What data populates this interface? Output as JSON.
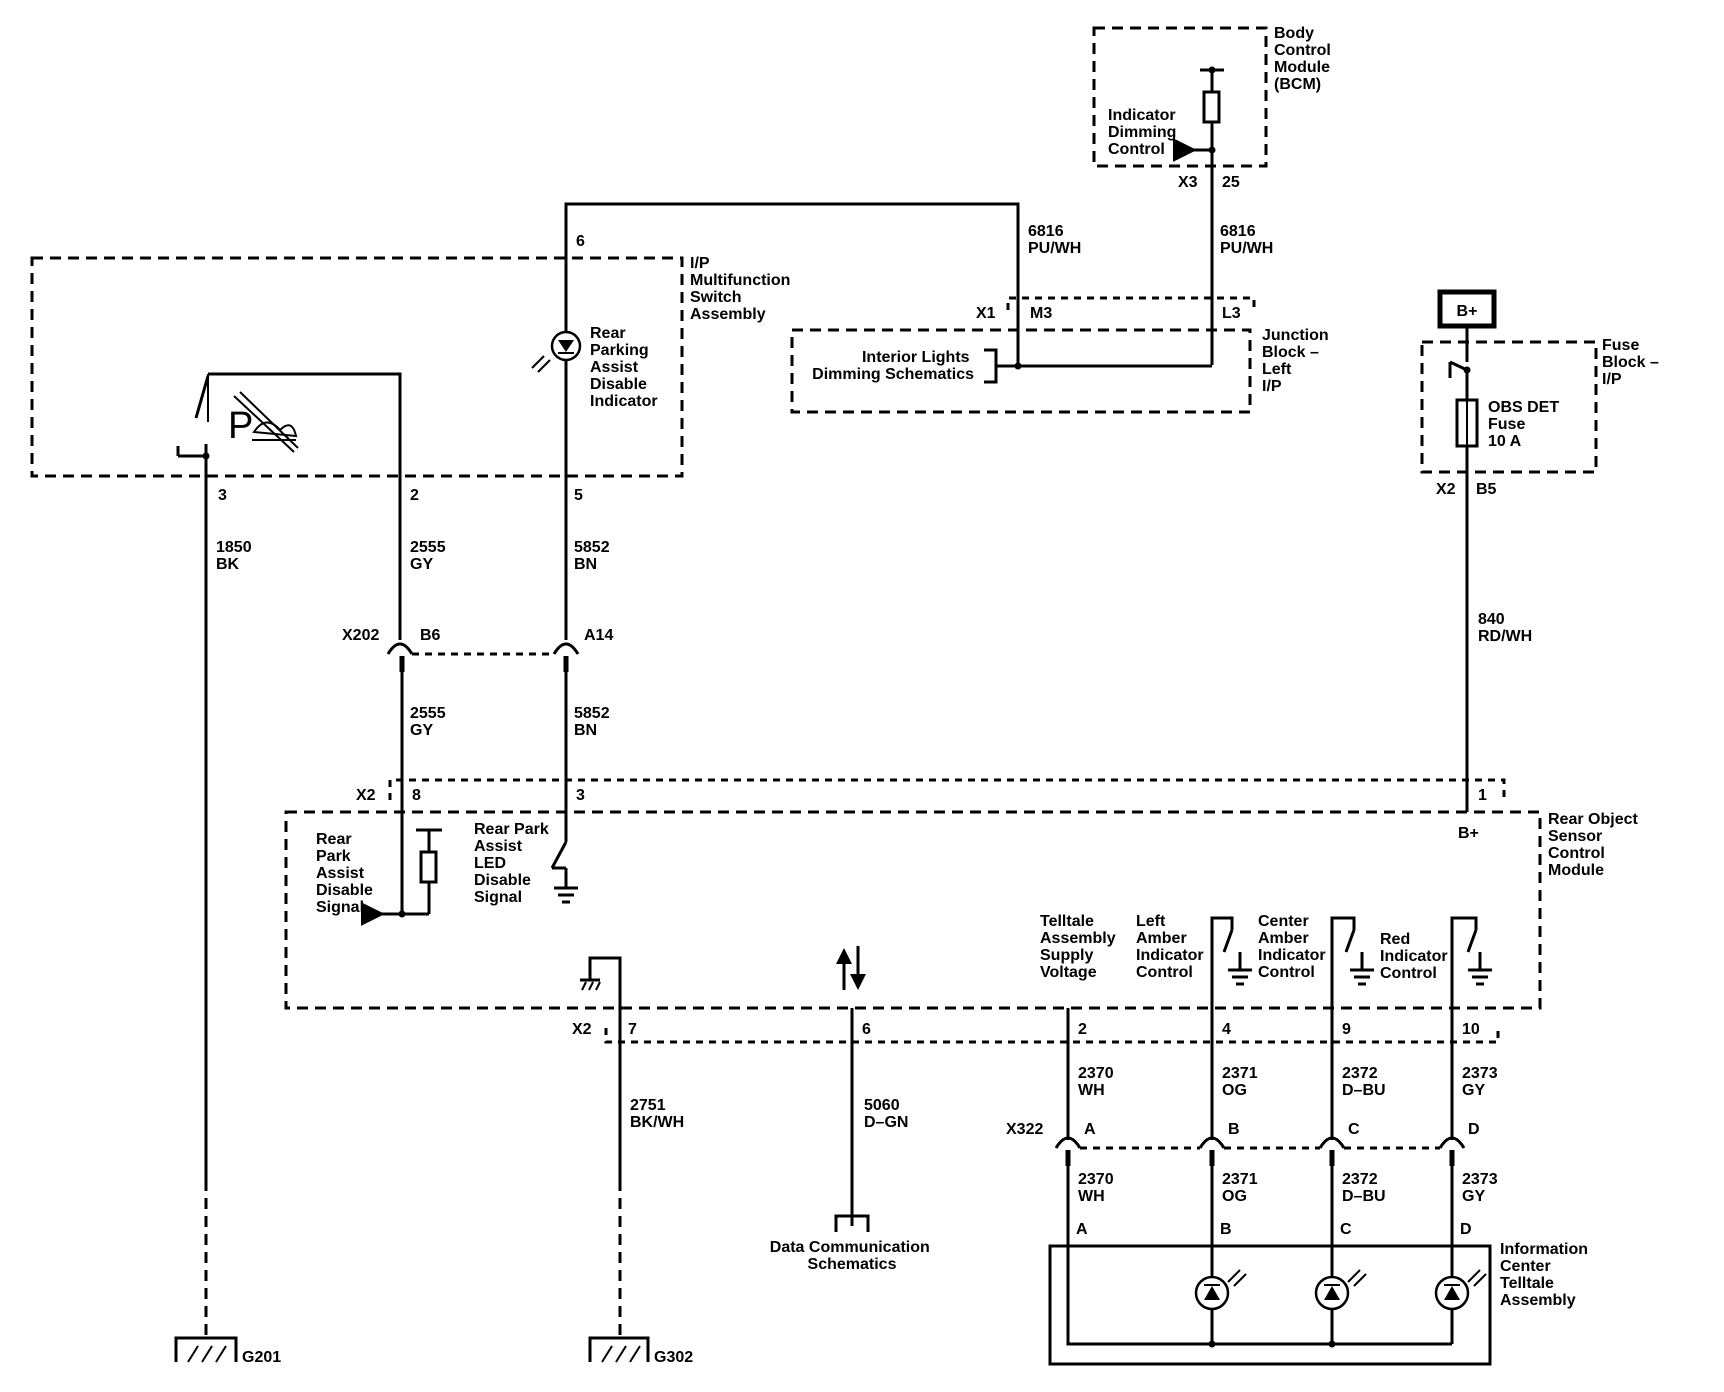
{
  "modules": {
    "bcm": [
      "Body",
      "Control",
      "Module",
      "(BCM)"
    ],
    "bcm_circuit": [
      "Indicator",
      "Dimming",
      "Control"
    ],
    "ip_switch": [
      "I/P",
      "Multifunction",
      "Switch",
      "Assembly"
    ],
    "rear_indicator": [
      "Rear",
      "Parking",
      "Assist",
      "Disable",
      "Indicator"
    ],
    "junction_block": [
      "Junction",
      "Block –",
      "Left",
      "I/P"
    ],
    "interior_lights": [
      "Interior Lights",
      "Dimming Schematics"
    ],
    "fuse_block": [
      "Fuse",
      "Block –",
      "I/P"
    ],
    "fuse_label": [
      "OBS DET",
      "Fuse",
      "10 A"
    ],
    "b_plus": "B+",
    "rosm": [
      "Rear Object",
      "Sensor",
      "Control",
      "Module"
    ],
    "rosm_bplus": "B+",
    "rpa_disable_signal": [
      "Rear",
      "Park",
      "Assist",
      "Disable",
      "Signal"
    ],
    "rpa_led_signal": [
      "Rear Park",
      "Assist",
      "LED",
      "Disable",
      "Signal"
    ],
    "telltale_supply": [
      "Telltale",
      "Assembly",
      "Supply",
      "Voltage"
    ],
    "left_amber": [
      "Left",
      "Amber",
      "Indicator",
      "Control"
    ],
    "center_amber": [
      "Center",
      "Amber",
      "Indicator",
      "Control"
    ],
    "red_indicator": [
      "Red",
      "Indicator",
      "Control"
    ],
    "info_center": [
      "Information",
      "Center",
      "Telltale",
      "Assembly"
    ],
    "data_comm": [
      "Data Communication",
      "Schematics"
    ]
  },
  "connectors": {
    "bcm_conn": "X3",
    "bcm_pin": "25",
    "jb_conn": "X1",
    "jb_pin_m3": "M3",
    "jb_pin_l3": "L3",
    "fuse_conn": "X2",
    "fuse_pin": "B5",
    "ip_pin_6": "6",
    "ip_pin_3": "3",
    "ip_pin_2": "2",
    "ip_pin_5": "5",
    "x202": "X202",
    "x202_b6": "B6",
    "x202_a14": "A14",
    "rosm_top_conn": "X2",
    "rosm_pin_8": "8",
    "rosm_pin_3": "3",
    "rosm_pin_1": "1",
    "rosm_bot_conn": "X2",
    "rosm_pin_7": "7",
    "rosm_pin_6": "6",
    "rosm_pin_2": "2",
    "rosm_pin_4": "4",
    "rosm_pin_9": "9",
    "rosm_pin_10": "10",
    "x322": "X322",
    "x322_a": "A",
    "x322_b": "B",
    "x322_c": "C",
    "x322_d": "D",
    "ic_a": "A",
    "ic_b": "B",
    "ic_c": "C",
    "ic_d": "D"
  },
  "wires": {
    "w6816_left": [
      "6816",
      "PU/WH"
    ],
    "w6816_right": [
      "6816",
      "PU/WH"
    ],
    "w1850": [
      "1850",
      "BK"
    ],
    "w2555_top": [
      "2555",
      "GY"
    ],
    "w5852_top": [
      "5852",
      "BN"
    ],
    "w2555_bot": [
      "2555",
      "GY"
    ],
    "w5852_bot": [
      "5852",
      "BN"
    ],
    "w840": [
      "840",
      "RD/WH"
    ],
    "w2751": [
      "2751",
      "BK/WH"
    ],
    "w5060": [
      "5060",
      "D–GN"
    ],
    "w2370_top": [
      "2370",
      "WH"
    ],
    "w2371_top": [
      "2371",
      "OG"
    ],
    "w2372_top": [
      "2372",
      "D–BU"
    ],
    "w2373_top": [
      "2373",
      "GY"
    ],
    "w2370_bot": [
      "2370",
      "WH"
    ],
    "w2371_bot": [
      "2371",
      "OG"
    ],
    "w2372_bot": [
      "2372",
      "D–BU"
    ],
    "w2373_bot": [
      "2373",
      "GY"
    ]
  },
  "grounds": {
    "g201": "G201",
    "g302": "G302"
  },
  "icons": {
    "switch_symbol": "rear-park-assist-switch-icon",
    "led": "led-indicator-icon",
    "fuse": "fuse-icon",
    "ground": "ground-icon",
    "bidirectional_arrows": "data-arrows-icon"
  }
}
